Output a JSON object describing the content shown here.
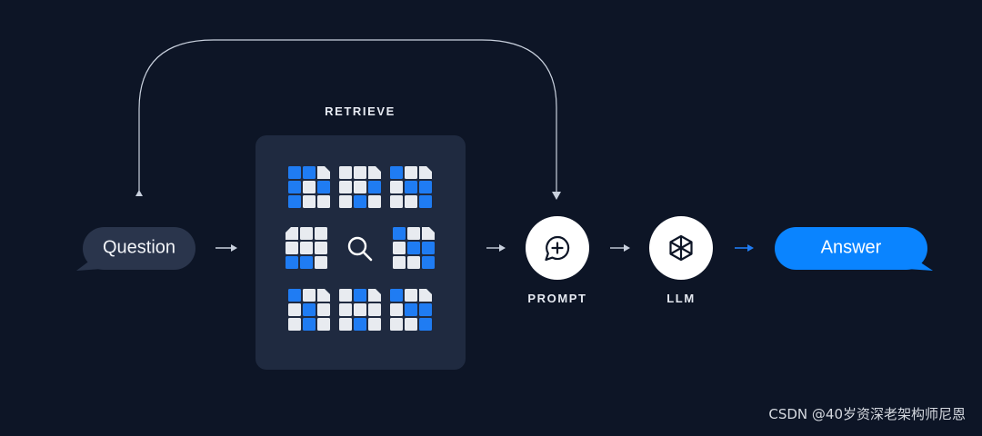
{
  "diagram": {
    "retrieve_label": "RETRIEVE",
    "question_label": "Question",
    "answer_label": "Answer",
    "prompt_label": "PROMPT",
    "llm_label": "LLM",
    "watermark": "CSDN @40岁资深老架构师尼恩"
  },
  "icons": {
    "search": "magnifier-icon",
    "prompt": "chat-bubble-plus-icon",
    "llm": "cube-icon",
    "document": "document-grid-icon"
  },
  "colors": {
    "background": "#0d1526",
    "panel": "#1f2a40",
    "question_bubble": "#2a354c",
    "answer_bubble": "#0a84ff",
    "accent_blue": "#1f7cf3",
    "doc_light": "#e8ebf0",
    "flow_line": "#c9d1de"
  }
}
